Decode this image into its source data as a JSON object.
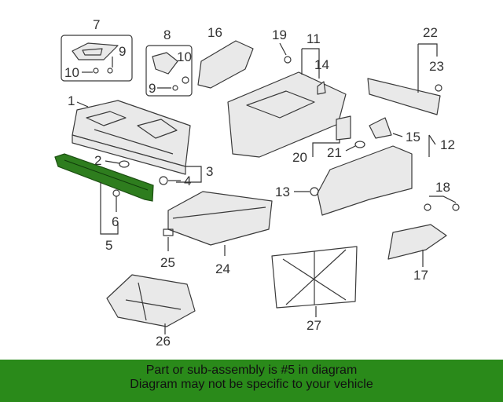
{
  "diagram": {
    "callouts": {
      "c1": "1",
      "c2": "2",
      "c3": "3",
      "c4": "4",
      "c5": "5",
      "c6": "6",
      "c7": "7",
      "c8": "8",
      "c9a": "9",
      "c9b": "9",
      "c10a": "10",
      "c10b": "10",
      "c11": "11",
      "c12": "12",
      "c13": "13",
      "c14": "14",
      "c15": "15",
      "c16": "16",
      "c17": "17",
      "c18": "18",
      "c19": "19",
      "c20": "20",
      "c21": "21",
      "c22": "22",
      "c23": "23",
      "c24": "24",
      "c25": "25",
      "c26": "26",
      "c27": "27"
    },
    "highlight_color": "#2e7d1e"
  },
  "footer": {
    "line1": "Part or sub-assembly is #5 in diagram",
    "line2": "Diagram may not be specific to your vehicle",
    "background": "#2a8a1a"
  }
}
